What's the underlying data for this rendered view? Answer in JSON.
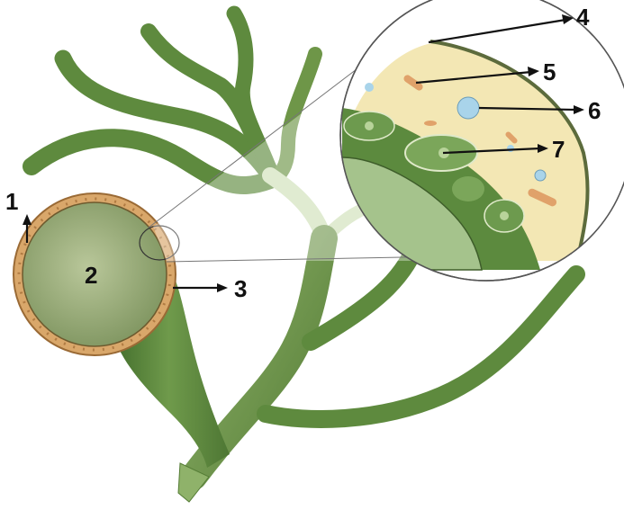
{
  "labels": {
    "l1": "1",
    "l2": "2",
    "l3": "3",
    "l4": "4",
    "l5": "5",
    "l6": "6",
    "l7": "7"
  },
  "colors": {
    "background": "#ffffff",
    "hypha_dark": "#5e8a3e",
    "hypha_light": "#a7c486",
    "hypha_pale": "#cfe0b8",
    "sporangium_wall": "#d9a76a",
    "sporangium_inner": "#9eb07a",
    "cytoplasm": "#f3e7b4",
    "vacuole": "#a9d4ea",
    "nucleus": "#7ba65a",
    "inclusion": "#e0a26a",
    "outline": "#2f3b27"
  }
}
